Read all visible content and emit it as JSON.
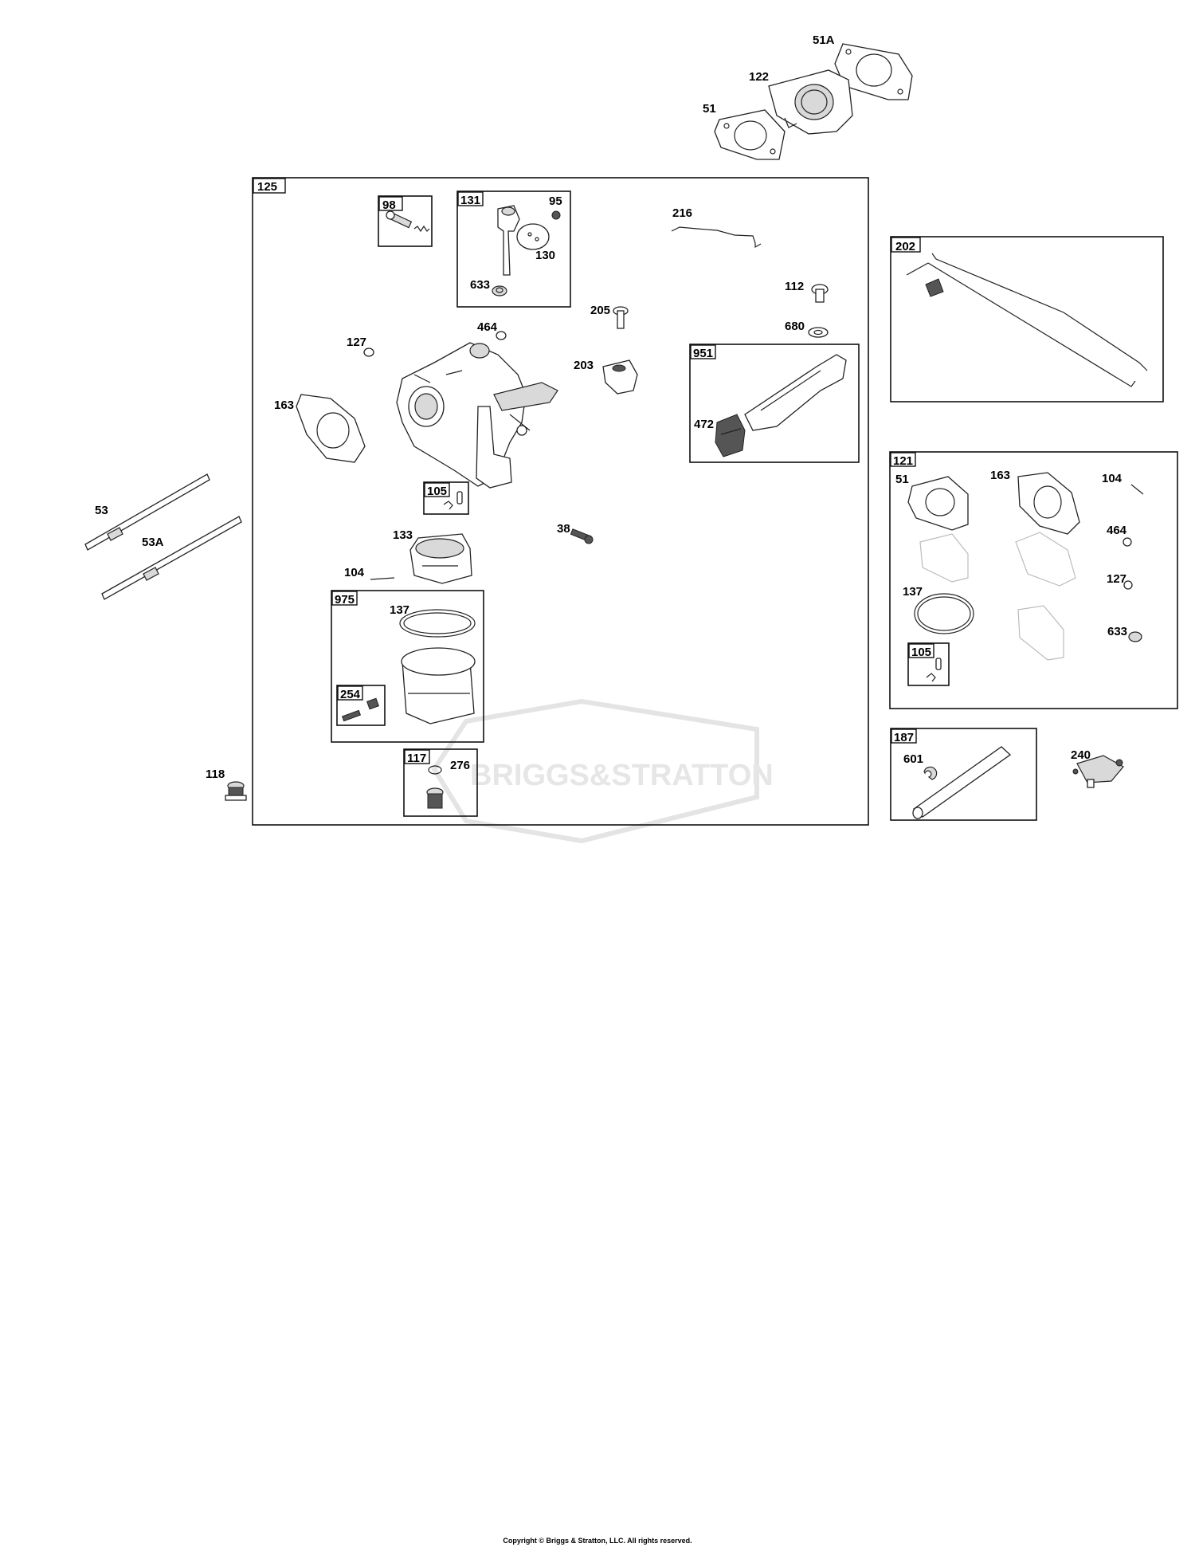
{
  "watermark": {
    "logo_text": "BRIGGS&STRATTON"
  },
  "copyright": "Copyright © Briggs & Stratton, LLC. All rights reserved.",
  "boxes": {
    "b125": "125",
    "b98": "98",
    "b131": "131",
    "b951": "951",
    "b105": "105",
    "b975": "975",
    "b254": "254",
    "b117": "117",
    "b202": "202",
    "b121": "121",
    "b105b": "105",
    "b187": "187"
  },
  "labels": {
    "l51A": "51A",
    "l122": "122",
    "l51": "51",
    "l95": "95",
    "l130": "130",
    "l633": "633",
    "l216": "216",
    "l112": "112",
    "l205": "205",
    "l680": "680",
    "l464": "464",
    "l127": "127",
    "l203": "203",
    "l163": "163",
    "l472": "472",
    "l53": "53",
    "l53A": "53A",
    "l38": "38",
    "l133": "133",
    "l104": "104",
    "l137": "137",
    "l276": "276",
    "l118": "118",
    "r51": "51",
    "r163": "163",
    "r104": "104",
    "r464": "464",
    "r127": "127",
    "r137": "137",
    "r633": "633",
    "l601": "601",
    "l240": "240"
  }
}
